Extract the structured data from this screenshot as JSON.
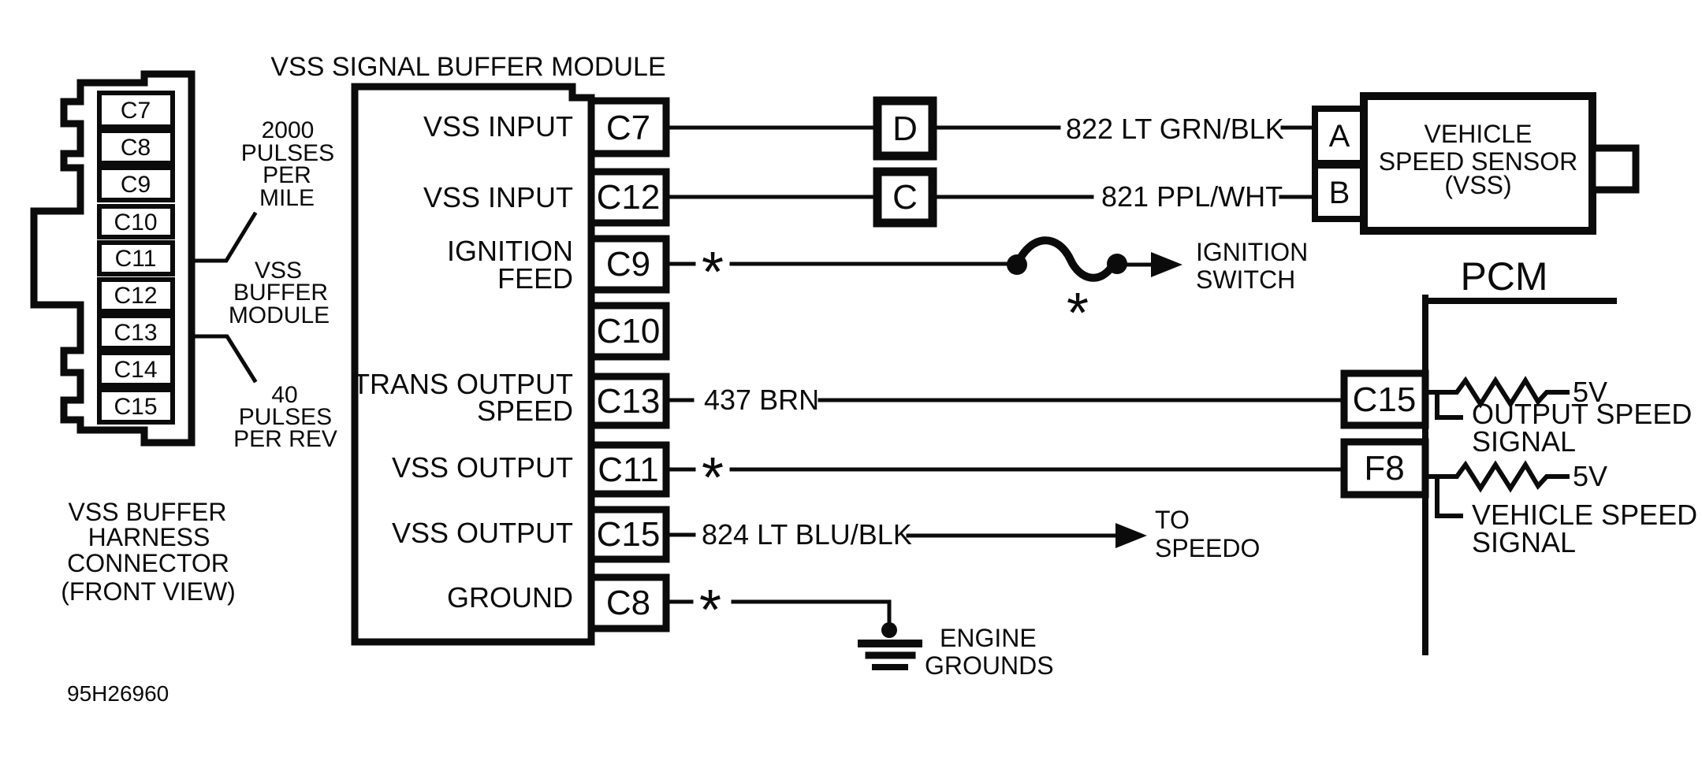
{
  "diagram": {
    "title": "VSS SIGNAL BUFFER MODULE",
    "figure_id": "95H26960",
    "colors": {
      "ink": "#0b0b0b",
      "background": "#ffffff"
    }
  },
  "harness_connector": {
    "caption_lines": [
      "VSS BUFFER",
      "HARNESS",
      "CONNECTOR",
      "(FRONT VIEW)"
    ],
    "pins": [
      "C7",
      "C8",
      "C9",
      "C10",
      "C11",
      "C12",
      "C13",
      "C14",
      "C15"
    ],
    "annotations": {
      "top": [
        "2000",
        "PULSES",
        "PER",
        "MILE"
      ],
      "middle": [
        "VSS",
        "BUFFER",
        "MODULE"
      ],
      "bottom": [
        "40",
        "PULSES",
        "PER REV"
      ]
    }
  },
  "buffer_module": {
    "rows": [
      {
        "label_lines": [
          "VSS INPUT"
        ],
        "pin": "C7"
      },
      {
        "label_lines": [
          "VSS INPUT"
        ],
        "pin": "C12"
      },
      {
        "label_lines": [
          "IGNITION",
          "FEED"
        ],
        "pin": "C9"
      },
      {
        "label_lines": [],
        "pin": "C10"
      },
      {
        "label_lines": [
          "TRANS OUTPUT",
          "SPEED"
        ],
        "pin": "C13"
      },
      {
        "label_lines": [
          "VSS OUTPUT"
        ],
        "pin": "C11"
      },
      {
        "label_lines": [
          "VSS OUTPUT"
        ],
        "pin": "C15"
      },
      {
        "label_lines": [
          "GROUND"
        ],
        "pin": "C8"
      }
    ]
  },
  "wires": {
    "vss_input_1": {
      "splice": "D",
      "label": "822 LT GRN/BLK",
      "sensor_pin": "A"
    },
    "vss_input_2": {
      "splice": "C",
      "label": "821 PPL/WHT",
      "sensor_pin": "B"
    },
    "ignition": {
      "stub_asterisk": "*",
      "fuse_asterisk": "*",
      "destination_lines": [
        "IGNITION",
        "SWITCH"
      ]
    },
    "trans_output": {
      "label": "437 BRN"
    },
    "vss_output_pcm": {
      "asterisk": "*"
    },
    "vss_output_speedo": {
      "label": "824 LT BLU/BLK",
      "destination_lines": [
        "TO",
        "SPEEDO"
      ]
    },
    "ground": {
      "asterisk": "*",
      "destination_lines": [
        "ENGINE",
        "GROUNDS"
      ]
    }
  },
  "sensor": {
    "label_lines": [
      "VEHICLE",
      "SPEED SENSOR",
      "(VSS)"
    ],
    "pins": [
      "A",
      "B"
    ]
  },
  "pcm": {
    "title": "PCM",
    "pins": [
      {
        "pin": "C15",
        "pullup_voltage": "5V",
        "signal_lines": [
          "OUTPUT SPEED",
          "SIGNAL"
        ]
      },
      {
        "pin": "F8",
        "pullup_voltage": "5V",
        "signal_lines": [
          "VEHICLE SPEED",
          "SIGNAL"
        ]
      }
    ]
  }
}
